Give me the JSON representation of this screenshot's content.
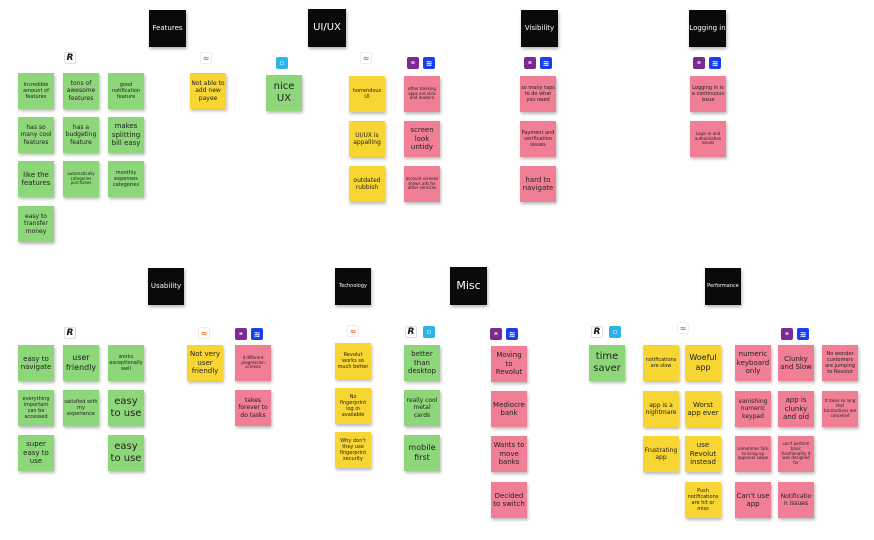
{
  "headers": {
    "features": "Features",
    "uiux": "UI/UX",
    "visibility": "Visibility",
    "logging": "Logging in",
    "usability": "Usability",
    "technology": "Technology",
    "misc": "Misc",
    "performance": "Performance"
  },
  "icons": {
    "revolut": "R",
    "monzo": "≈",
    "tide": "▫",
    "cc": "≡",
    "bank": "≋"
  },
  "notes": {
    "f1": "Incredible amount of features",
    "f2": "tons of awesome features",
    "f3": "good notification feature",
    "f4": "has so many cool features",
    "f5": "has a budgeting feature",
    "f6": "makes splitting bill easy",
    "f7": "like the features",
    "f8": "automatically categories purchases",
    "f9": "monthly expenses categories",
    "f10": "easy to transfer money",
    "f11": "Not able to add new payee",
    "u1": "nice UX",
    "u2": "horrendous UI",
    "u3": "UI/UX is appalling",
    "u4": "outdated rubbish",
    "u5": "other banking apps are slick and modern",
    "u6": "screen look untidy",
    "u7": "account screens shows ads for other services",
    "v1": "so many taps to do what you need",
    "v2": "Payment and verification issues",
    "v3": "hard to navigate",
    "l1": "Logging in is a continuous issue",
    "l2": "Login in and authorisation issues",
    "us1": "easy to navigate",
    "us2": "user friendly",
    "us3": "works exceptionally well",
    "us4": "everything important can be accessed",
    "us5": "satisfied with my experience",
    "us6": "easy to use",
    "us7": "super easy to use",
    "us8": "easy to use",
    "us9": "Not very user friendly",
    "us10": "4 different progression screens",
    "us11": "takes forever to do tasks",
    "t1": "Revolut works so much better",
    "t2": "No fingerprint log in available",
    "t3": "Why don't they use fingerprint security",
    "t4": "better than desktop",
    "t5": "really cool metal cards",
    "t6": "mobile first",
    "m1": "Moving to Revolut",
    "m2": "Mediocre bank",
    "m3": "Wants to move banks",
    "m4": "Decided to switch",
    "p1": "time saver",
    "p2": "notifications are slow",
    "p3": "Woeful app",
    "p4": "app is a nightmare",
    "p5": "Worst app ever",
    "p6": "Frustrating app",
    "p7": "use Revolut instead",
    "p8": "Push notifications are hit or miss",
    "p9": "numeric keyboard only",
    "p10": "Clunky and Slow",
    "p11": "No wonder customers are jumping to Revolut",
    "p12": "vanishing numeric keypad",
    "p13": "app is clunky and old",
    "p14": "It takes so long that transactions are cancelled",
    "p15": "sometimes fails to bring up approval swipe",
    "p16": "can't perform basic functionality it was designed for",
    "p17": "Can't use app",
    "p18": "Notification issues"
  }
}
